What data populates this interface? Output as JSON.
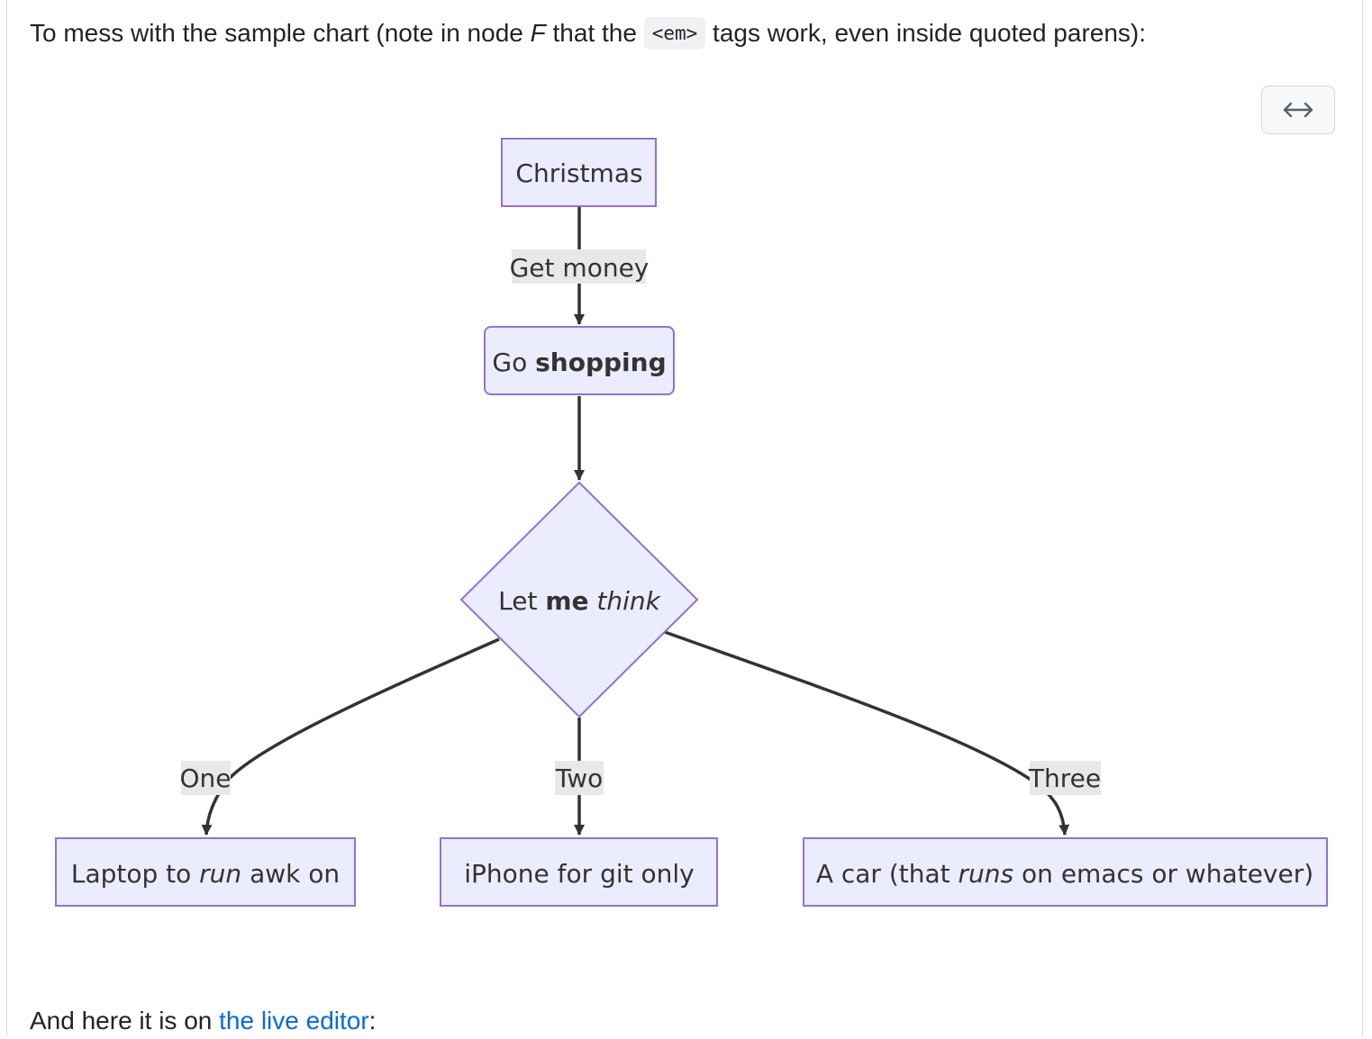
{
  "intro": {
    "before_f": "To mess with the sample chart (note in node ",
    "f": "F",
    "mid": " that the ",
    "code": "<em>",
    "after": " tags work, even inside quoted parens):"
  },
  "expand_button": {
    "icon": "left-right-arrow-icon"
  },
  "flowchart": {
    "nodes": {
      "A": {
        "text": "Christmas"
      },
      "B": {
        "pre": "Go ",
        "bold": "shopping"
      },
      "C": {
        "pre": "Let ",
        "bold": "me",
        "mid": " ",
        "italic": "think"
      },
      "D": {
        "pre": "Laptop to ",
        "italic": "run",
        "post": " awk on"
      },
      "E": {
        "text": "iPhone for git only"
      },
      "F": {
        "pre": "A car (that ",
        "italic": "runs",
        "post": " on emacs or whatever)"
      }
    },
    "edges": {
      "ab": "Get money",
      "cd": "One",
      "ce": "Two",
      "cf": "Three"
    }
  },
  "colors": {
    "node_fill": "#ececff",
    "node_stroke": "#9370db",
    "edge": "#333333",
    "edge_label_bg": "#e8e8e8",
    "link": "#0969da"
  },
  "outro": {
    "before": "And here it is on ",
    "link": "the live editor",
    "after": ":"
  }
}
